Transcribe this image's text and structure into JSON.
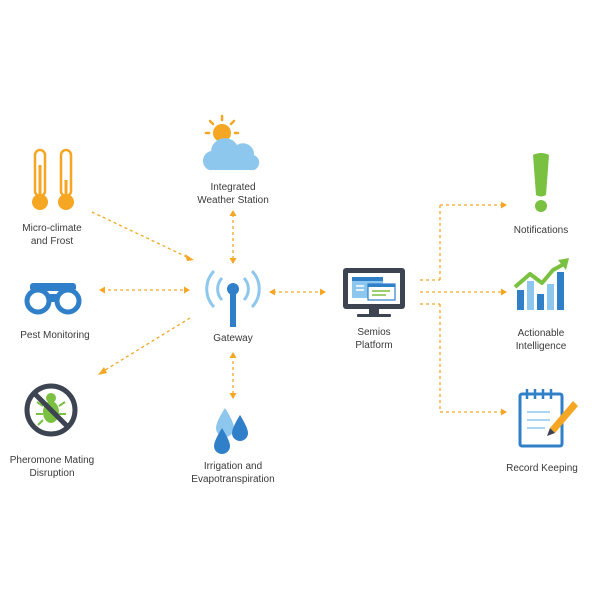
{
  "colors": {
    "connector": "#f5a623",
    "thermo": "#f5a623",
    "blue": "#2f80c8",
    "lightblue": "#8ec7ee",
    "dark": "#3d4451",
    "green": "#7ac142"
  },
  "nodes": {
    "microclimate": {
      "label_line1": "Micro-climate",
      "label_line2": "and Frost",
      "icon": "thermometer-icon"
    },
    "pest": {
      "label": "Pest Monitoring",
      "icon": "binoculars-icon"
    },
    "pheromone": {
      "label_line1": "Pheromone Mating",
      "label_line2": "Disruption",
      "icon": "no-bug-icon"
    },
    "weather": {
      "label_line1": "Integrated",
      "label_line2": "Weather Station",
      "icon": "sun-cloud-icon"
    },
    "gateway": {
      "label": "Gateway",
      "icon": "antenna-icon"
    },
    "irrigation": {
      "label_line1": "Irrigation and",
      "label_line2": "Evapotranspiration",
      "icon": "water-drops-icon"
    },
    "platform": {
      "label_line1": "Semios",
      "label_line2": "Platform",
      "icon": "monitor-icon"
    },
    "notifications": {
      "label": "Notifications",
      "icon": "exclamation-icon"
    },
    "intelligence": {
      "label_line1": "Actionable",
      "label_line2": "Intelligence",
      "icon": "bar-chart-icon"
    },
    "records": {
      "label": "Record Keeping",
      "icon": "notepad-pencil-icon"
    }
  }
}
